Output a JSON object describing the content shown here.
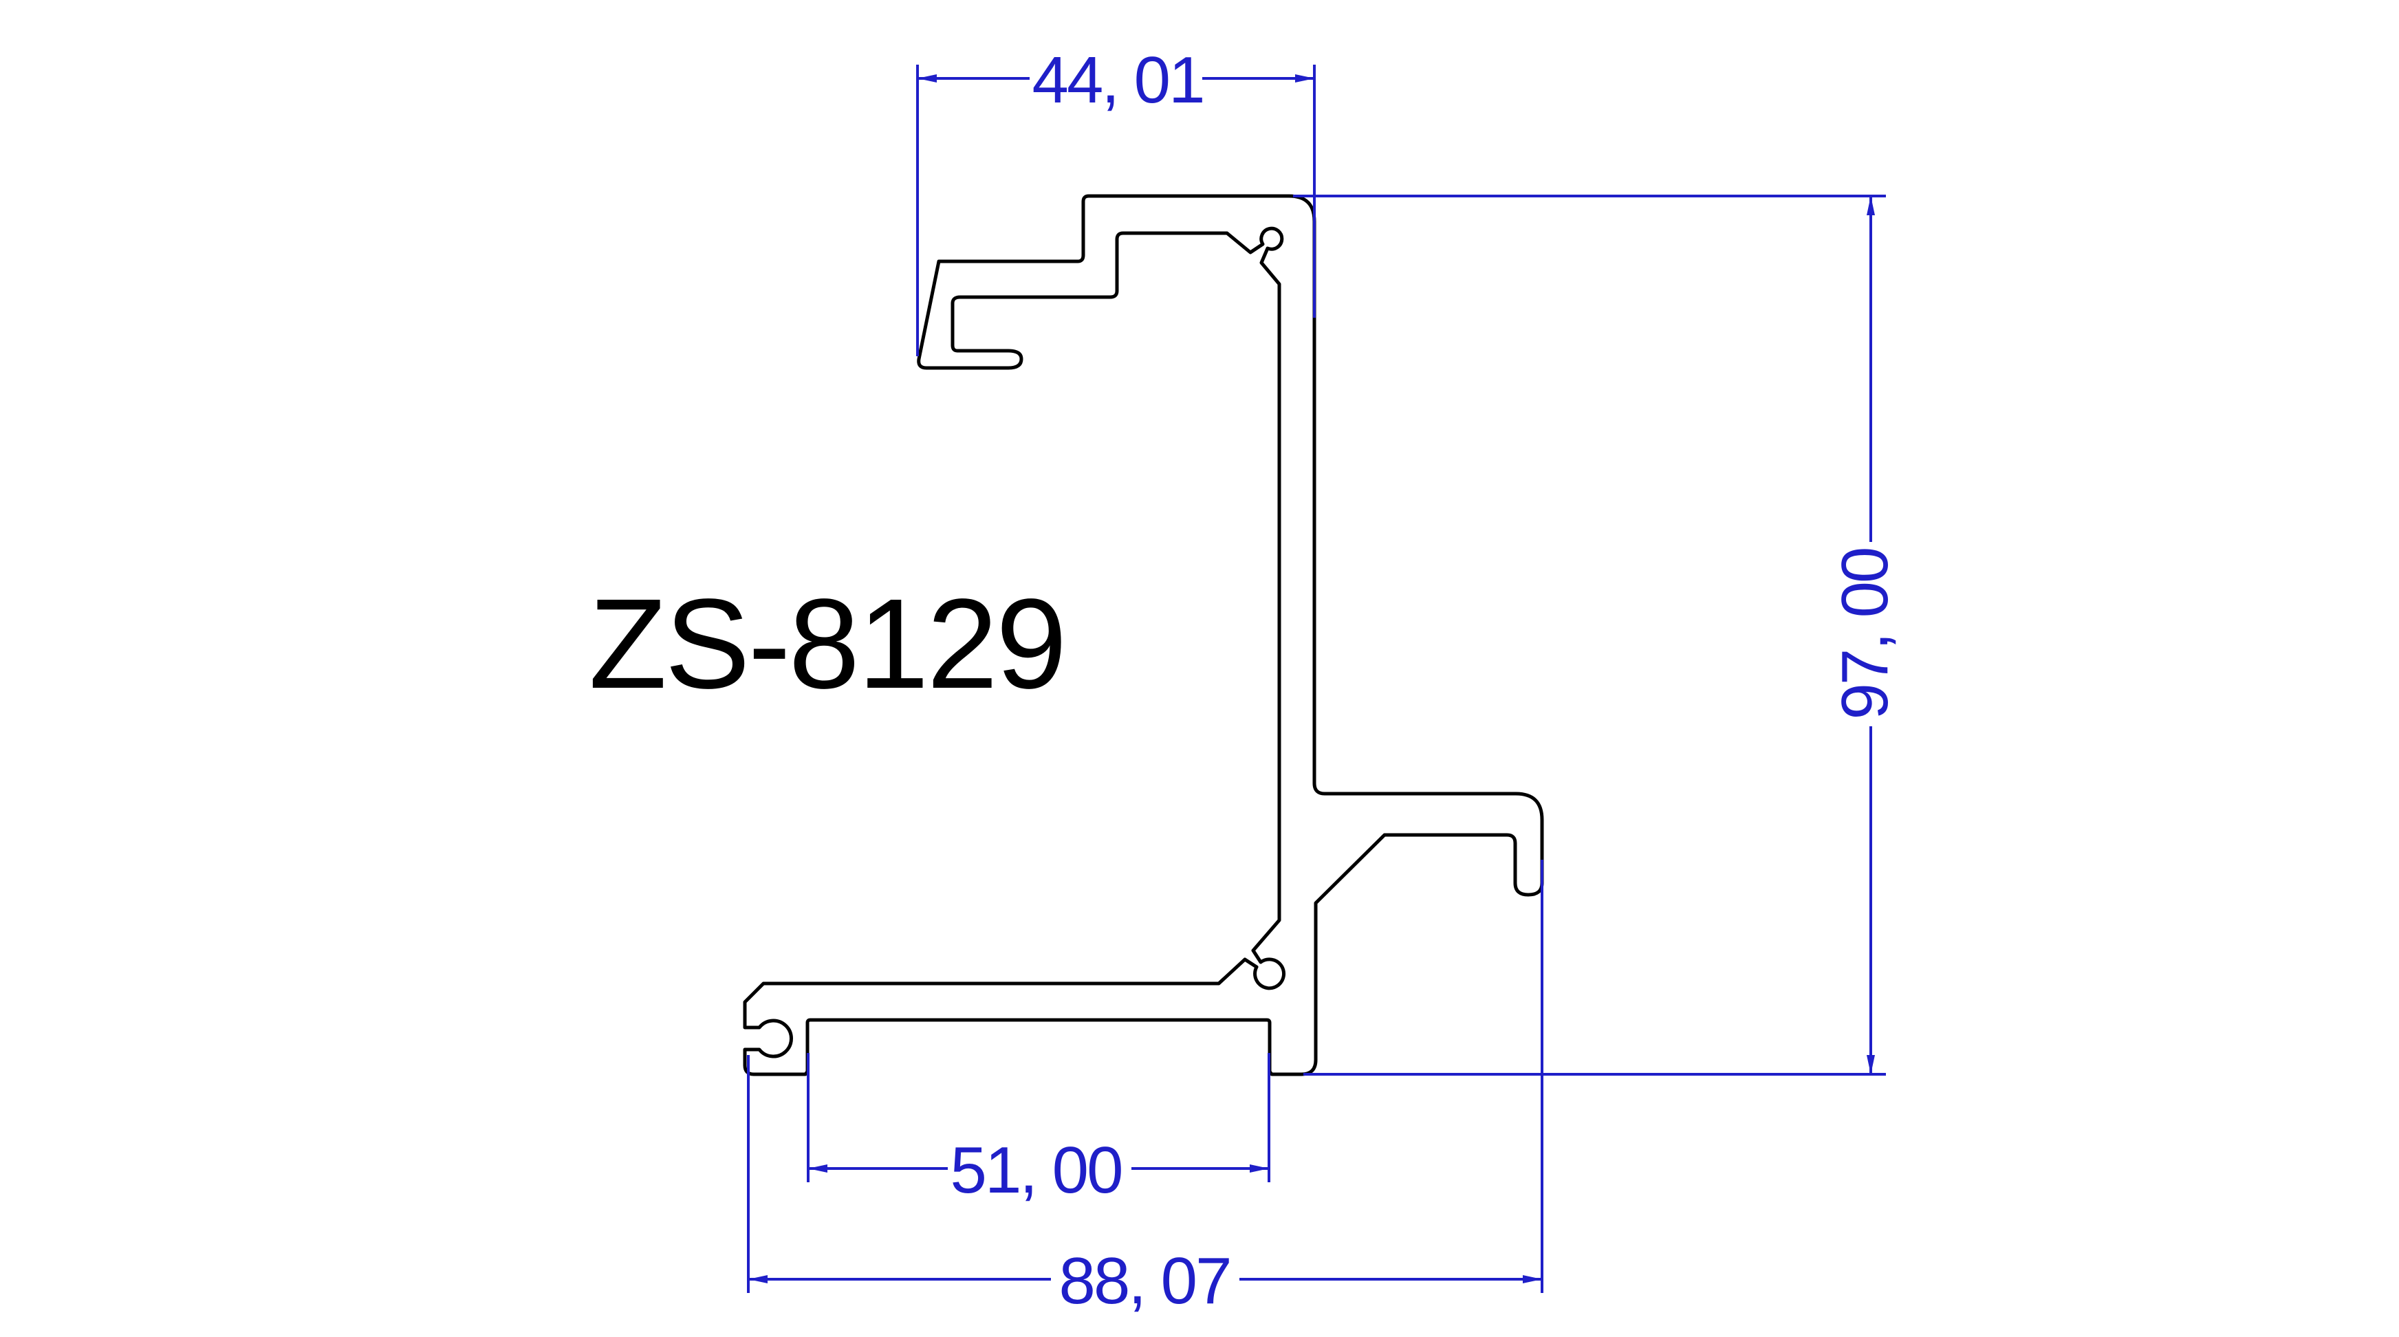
{
  "title": "ZS-8129",
  "colors": {
    "background": "#ffffff",
    "outline": "#000000",
    "dimension": "#1f1fc8"
  },
  "dimensions": {
    "top_width": {
      "label": "44, 01",
      "value": 44.01,
      "orientation": "horizontal",
      "position": "top"
    },
    "overall_height": {
      "label": "97, 00",
      "value": 97.0,
      "orientation": "vertical",
      "position": "right"
    },
    "bottom_inner_width": {
      "label": "51, 00",
      "value": 51.0,
      "orientation": "horizontal",
      "position": "bottom"
    },
    "bottom_overall_width": {
      "label": "88, 07",
      "value": 88.07,
      "orientation": "horizontal",
      "position": "bottom"
    }
  }
}
